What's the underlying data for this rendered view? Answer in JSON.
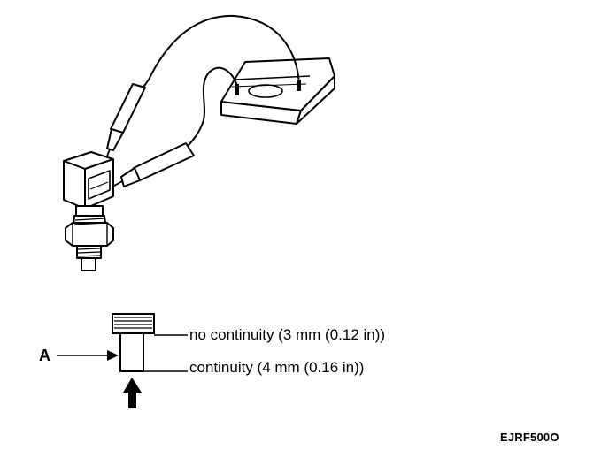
{
  "diagram": {
    "callout_a": "A",
    "label_no_continuity": "no continuity (3 mm (0.12 in))",
    "label_continuity": "continuity (4 mm (0.16 in))",
    "figure_code": "EJRF500O"
  }
}
